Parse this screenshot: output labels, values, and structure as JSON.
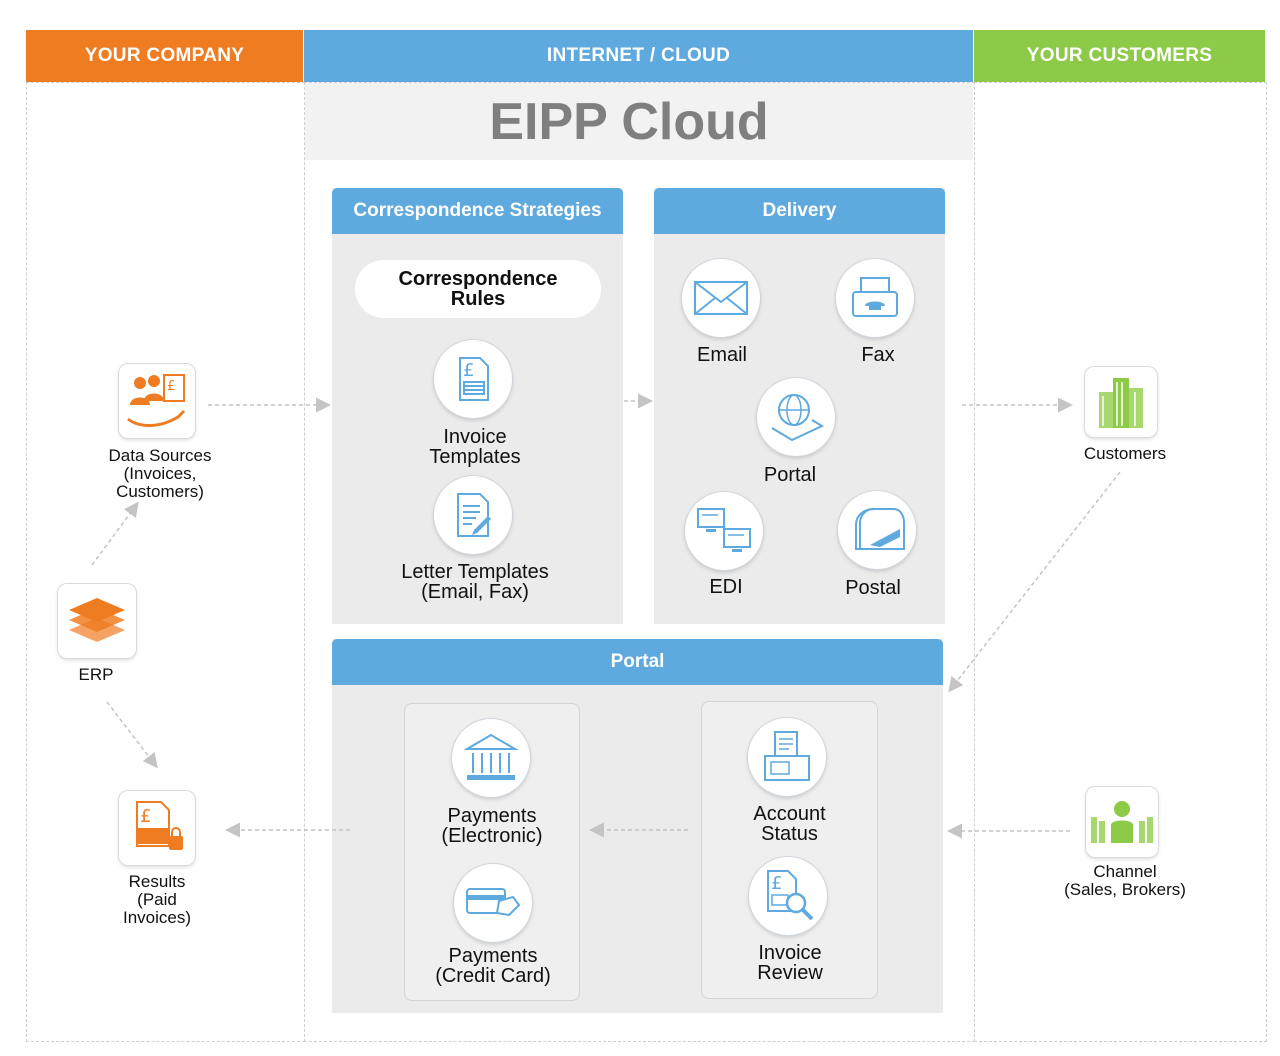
{
  "columns": {
    "company": {
      "label": "YOUR COMPANY",
      "color": "#f07c22"
    },
    "cloud": {
      "label": "INTERNET / CLOUD",
      "color": "#5ea9dd"
    },
    "customers": {
      "label": "YOUR CUSTOMERS",
      "color": "#8cca47"
    }
  },
  "title": "EIPP Cloud",
  "panels": {
    "strategies": {
      "header": "Correspondence Strategies",
      "rules": "Correspondence\nRules",
      "items": [
        "Invoice\nTemplates",
        "Letter Templates\n(Email, Fax)"
      ]
    },
    "delivery": {
      "header": "Delivery",
      "items": [
        "Email",
        "Fax",
        "Portal",
        "EDI",
        "Postal"
      ]
    },
    "portal": {
      "header": "Portal",
      "left_items": [
        "Payments\n(Electronic)",
        "Payments\n(Credit Card)"
      ],
      "right_items": [
        "Account\nStatus",
        "Invoice\nReview"
      ]
    }
  },
  "company_items": {
    "data_sources": "Data Sources\n(Invoices,\nCustomers)",
    "erp": "ERP",
    "results": "Results\n(Paid\nInvoices)"
  },
  "customer_items": {
    "customers": "Customers",
    "channel": "Channel\n(Sales, Brokers)"
  },
  "accent_colors": {
    "orange": "#f07c22",
    "blue": "#5ea9dd",
    "green": "#8cca47"
  }
}
